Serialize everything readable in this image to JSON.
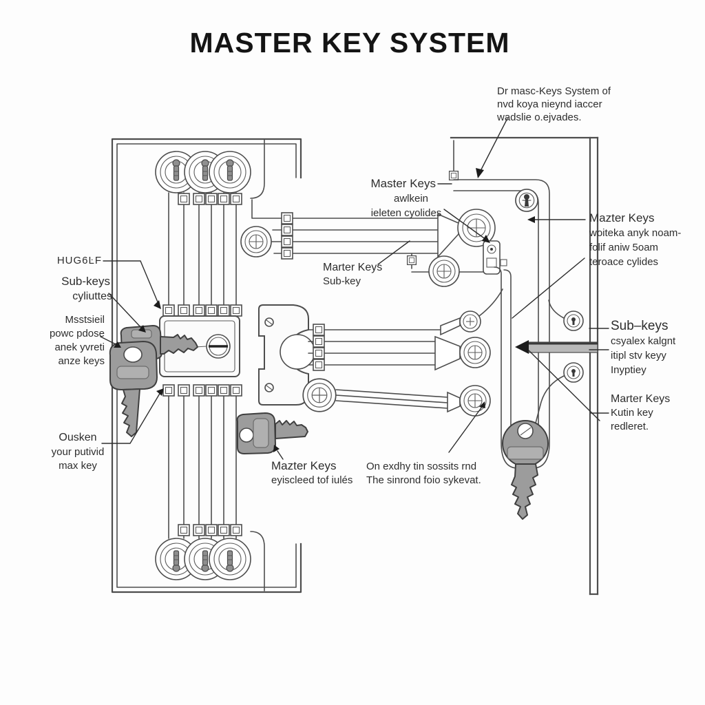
{
  "title": "MASTER KEY SYSTEM",
  "colors": {
    "background": "#fdfdfd",
    "line": "#4d4d4d",
    "text": "#2d2d2d",
    "key_gray": "#9c9c9c",
    "key_detail": "#b0b0b0",
    "junction_bar": "#b8b8b8"
  },
  "labels": {
    "top_right_note": {
      "l1": "Dr masc-Keys System of",
      "l2": "nvd koya nieynd iaccer",
      "l3": "wadslie o.ejvades."
    },
    "master_keys_top": {
      "title": "Master Keys",
      "l1": "awlkein",
      "l2": "ieleten cyolides"
    },
    "mazter_keys_right": {
      "title": "Mazter Keys",
      "l1": "woiteka anyk noam-",
      "l2": "folif aniw 5oam",
      "l3": "teroace cylides"
    },
    "sub_keys_right": {
      "title": "Sub–keys",
      "l1": "csyalex kalgnt",
      "l2": "itipl stv keyy",
      "l3": "Inyptiey"
    },
    "marter_keys_right": {
      "title": "Marter Keys",
      "l1": "Kutin key",
      "l2": "redleret."
    },
    "hugelf": {
      "title": "HUG6ĿF"
    },
    "sub_keys_left": {
      "title": "Sub-keys",
      "l1": "cyliuttes"
    },
    "msstsieil": {
      "l1": "Msstsieil",
      "l2": "powc pdose",
      "l3": "anek yvreti",
      "l4": "anze keys"
    },
    "ousken": {
      "l1": "Ousken",
      "l2": "your putivid",
      "l3": "max key"
    },
    "marter_keys_mid": {
      "title": "Marter Keys",
      "l1": "Sub-key"
    },
    "mazter_keys_bottom": {
      "title": "Mazter Keys",
      "l1": "eyiscleed tof iulés"
    },
    "on_exdhy": {
      "l1": "On exdhy tin sossits rnd",
      "l2": "The sinrond foio sykevat."
    }
  }
}
